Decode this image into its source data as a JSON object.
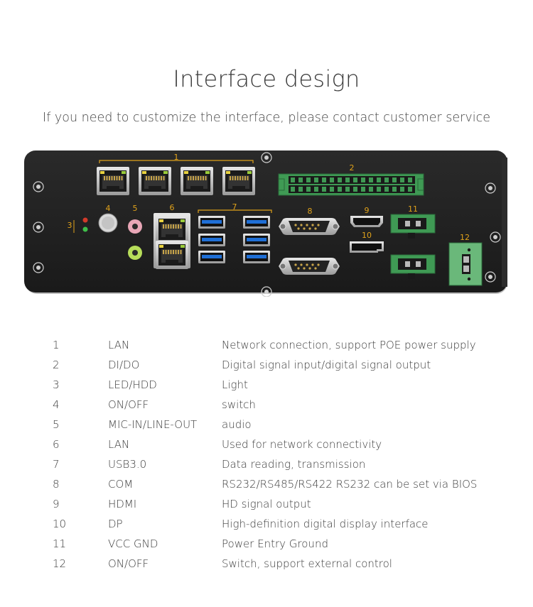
{
  "header": {
    "title": "Interface design",
    "subtitle": "If you need to customize the interface, please contact customer service"
  },
  "device": {
    "callouts": [
      "1",
      "2",
      "3",
      "4",
      "5",
      "6",
      "7",
      "8",
      "9",
      "10",
      "11",
      "12"
    ],
    "colors": {
      "panel": "#1f1f1f",
      "callout": "#e0a21a",
      "terminal_green": "#3f9a54",
      "usb_blue": "#1f6fd6"
    }
  },
  "spec_table": {
    "rows": [
      {
        "num": "1",
        "name": "LAN",
        "desc": "Network connection, support POE power supply"
      },
      {
        "num": "2",
        "name": "DI/DO",
        "desc": "Digital signal input/digital signal output"
      },
      {
        "num": "3",
        "name": "LED/HDD",
        "desc": "Light"
      },
      {
        "num": "4",
        "name": "ON/OFF",
        "desc": "switch"
      },
      {
        "num": "5",
        "name": "MIC-IN/LINE-OUT",
        "desc": "audio"
      },
      {
        "num": "6",
        "name": "LAN",
        "desc": "Used for network connectivity"
      },
      {
        "num": "7",
        "name": "USB3.0",
        "desc": "Data reading, transmission"
      },
      {
        "num": "8",
        "name": "COM",
        "desc": "RS232/RS485/RS422 RS232 can be set via BIOS"
      },
      {
        "num": "9",
        "name": "HDMI",
        "desc": "HD signal output"
      },
      {
        "num": "10",
        "name": "DP",
        "desc": "High-definition digital display interface"
      },
      {
        "num": "11",
        "name": "VCC GND",
        "desc": "Power Entry Ground"
      },
      {
        "num": "12",
        "name": "ON/OFF",
        "desc": "Switch, support external control"
      }
    ]
  }
}
